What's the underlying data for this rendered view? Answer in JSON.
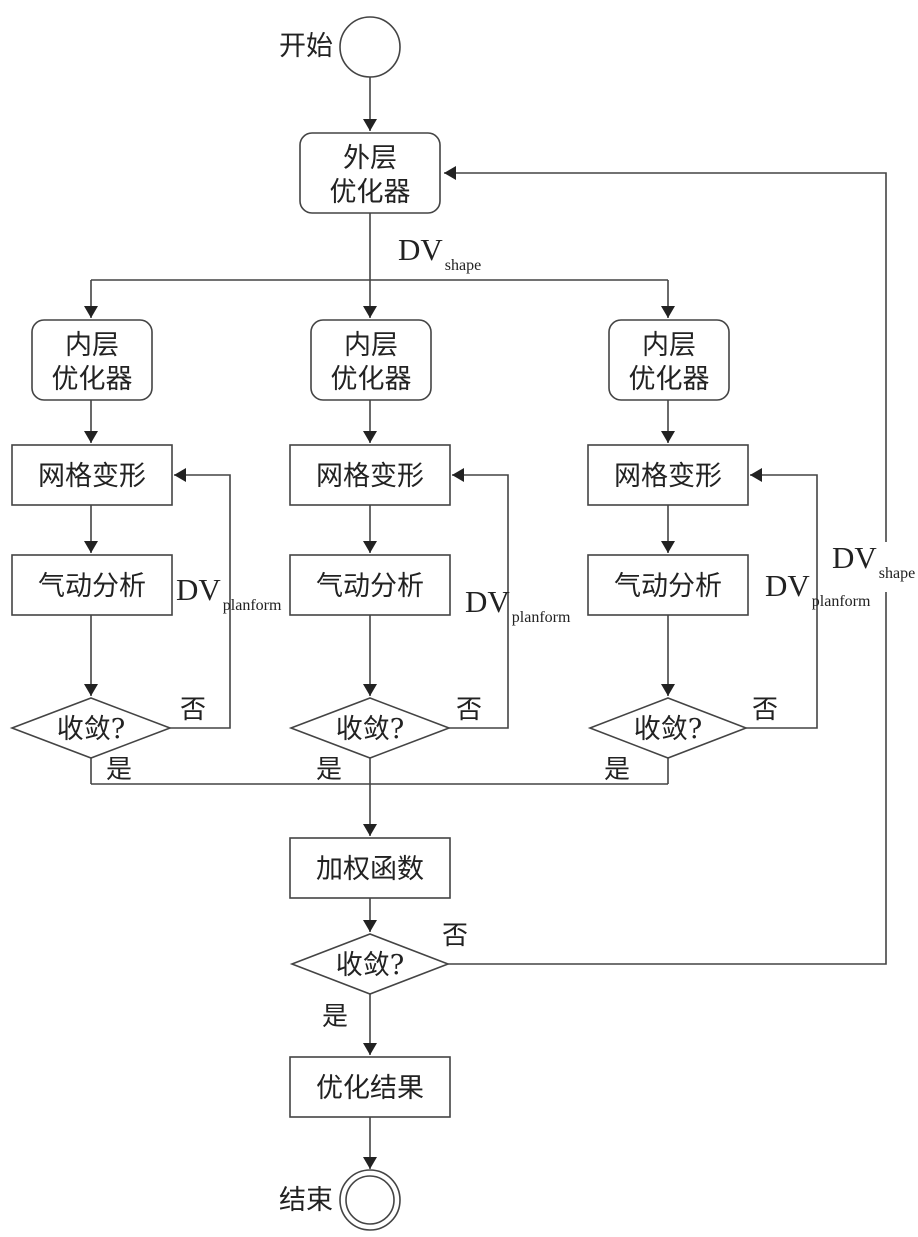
{
  "start": {
    "label": "开始"
  },
  "end": {
    "label": "结束"
  },
  "outer_optimizer": {
    "line1": "外层",
    "line2": "优化器"
  },
  "dv_shape": {
    "main": "DV",
    "sub": "shape"
  },
  "branches": [
    {
      "inner_line1": "内层",
      "inner_line2": "优化器",
      "mesh": "网格变形",
      "aero": "气动分析",
      "decision": "收敛?",
      "no": "否",
      "yes": "是",
      "dv_main": "DV",
      "dv_sub": "planform"
    },
    {
      "inner_line1": "内层",
      "inner_line2": "优化器",
      "mesh": "网格变形",
      "aero": "气动分析",
      "decision": "收敛?",
      "no": "否",
      "yes": "是",
      "dv_main": "DV",
      "dv_sub": "planform"
    },
    {
      "inner_line1": "内层",
      "inner_line2": "优化器",
      "mesh": "网格变形",
      "aero": "气动分析",
      "decision": "收敛?",
      "no": "否",
      "yes": "是",
      "dv_main": "DV",
      "dv_sub": "planform"
    }
  ],
  "weighting": {
    "label": "加权函数"
  },
  "final_decision": {
    "label": "收敛?",
    "no": "否",
    "yes": "是"
  },
  "result": {
    "label": "优化结果"
  },
  "feedback_dv_shape": {
    "main": "DV",
    "sub": "shape"
  }
}
